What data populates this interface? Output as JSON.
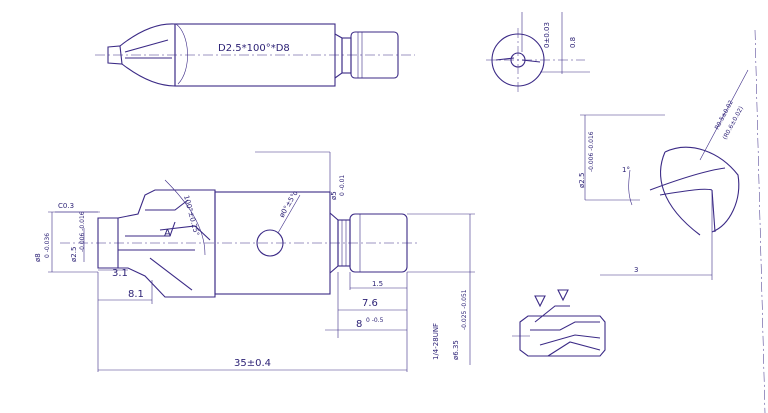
{
  "colors": {
    "line": "#3b2a86",
    "text": "#2a1f74",
    "paper": "#ffffff"
  },
  "labels": {
    "top_designation": "D2.5*100°*D8",
    "end_0_03": "0±0.03",
    "end_0_8": "0.8",
    "chamfer": "C0.3",
    "dia8": "ø8",
    "dia8_tol": "0 -0.036",
    "dia2_5": "ø2.5",
    "dia2_5_tol": "-0.006 -0.016",
    "section_a": "A",
    "angle_100": "100°±0.25°",
    "hole": "ø0°±5°",
    "hole_2": "0",
    "dia5": "ø5",
    "dia5_tol": "0 -0.01",
    "dim_3_1": "3.1",
    "dim_8_1": "8.1",
    "dim_1_5": "1.5",
    "dim_7_6": "7.6",
    "dim_8": "8",
    "dim_8_tol": "0 -0.5",
    "dim_35": "35±0.4",
    "thread": "1/4-28UNF",
    "dia6_35": "ø6.35",
    "dia6_35_tol": "-0.025 -0.051",
    "detail_dia": "ø2.5",
    "detail_dia_tol": "-0.006 -0.016",
    "detail_r": "R0.5±0.02",
    "detail_r2": "(R0.6±0.02)",
    "detail_angle": "1°",
    "detail_3": "3"
  }
}
